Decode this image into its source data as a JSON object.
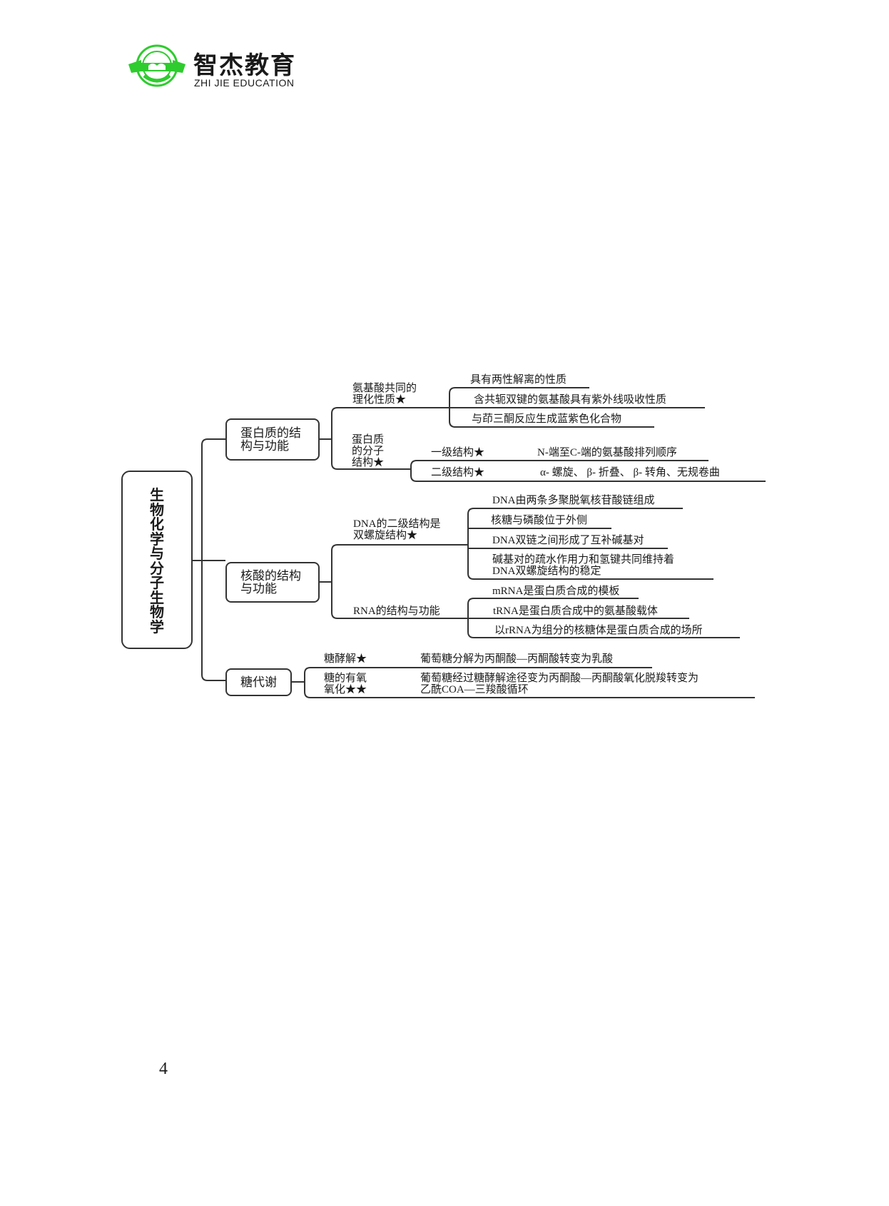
{
  "logo": {
    "name_cn": "智杰教育",
    "name_en": "ZHI JIE EDUCATION",
    "emblem_text": "ZHI JIE EDUCATION 智杰教育",
    "brand_color": "#2ecc2e"
  },
  "mindmap": {
    "root": "生物化学与分子生物学",
    "branches": [
      {
        "label": "蛋白质的结\n构与功能",
        "children": [
          {
            "label": "氨基酸共同的\n理化性质★",
            "items": [
              "具有两性解离的性质",
              "含共轭双键的氨基酸具有紫外线吸收性质",
              "与茚三酮反应生成蓝紫色化合物"
            ]
          },
          {
            "label": "蛋白质\n的分子\n结构★",
            "items": [
              {
                "label": "一级结构★",
                "desc": "N-端至C-端的氨基酸排列顺序"
              },
              {
                "label": "二级结构★",
                "desc": "α- 螺旋、 β- 折叠、 β- 转角、无规卷曲"
              }
            ]
          }
        ]
      },
      {
        "label": "核酸的结构\n与功能",
        "children": [
          {
            "label": "DNA的二级结构是\n双螺旋结构★",
            "items": [
              "DNA由两条多聚脱氧核苷酸链组成",
              "核糖与磷酸位于外侧",
              "DNA双链之间形成了互补碱基对",
              "碱基对的疏水作用力和氢键共同维持着\nDNA双螺旋结构的稳定"
            ]
          },
          {
            "label": "RNA的结构与功能",
            "items": [
              "mRNA是蛋白质合成的模板",
              "tRNA是蛋白质合成中的氨基酸载体",
              "以rRNA为组分的核糖体是蛋白质合成的场所"
            ]
          }
        ]
      },
      {
        "label": "糖代谢",
        "children": [
          {
            "label": "糖酵解★",
            "desc": "葡萄糖分解为丙酮酸—丙酮酸转变为乳酸"
          },
          {
            "label": "糖的有氧\n氧化★★",
            "desc": "葡萄糖经过糖酵解途径变为丙酮酸—丙酮酸氧化脱羧转变为\n乙酰COA—三羧酸循环"
          }
        ]
      }
    ]
  },
  "page_number": "4"
}
